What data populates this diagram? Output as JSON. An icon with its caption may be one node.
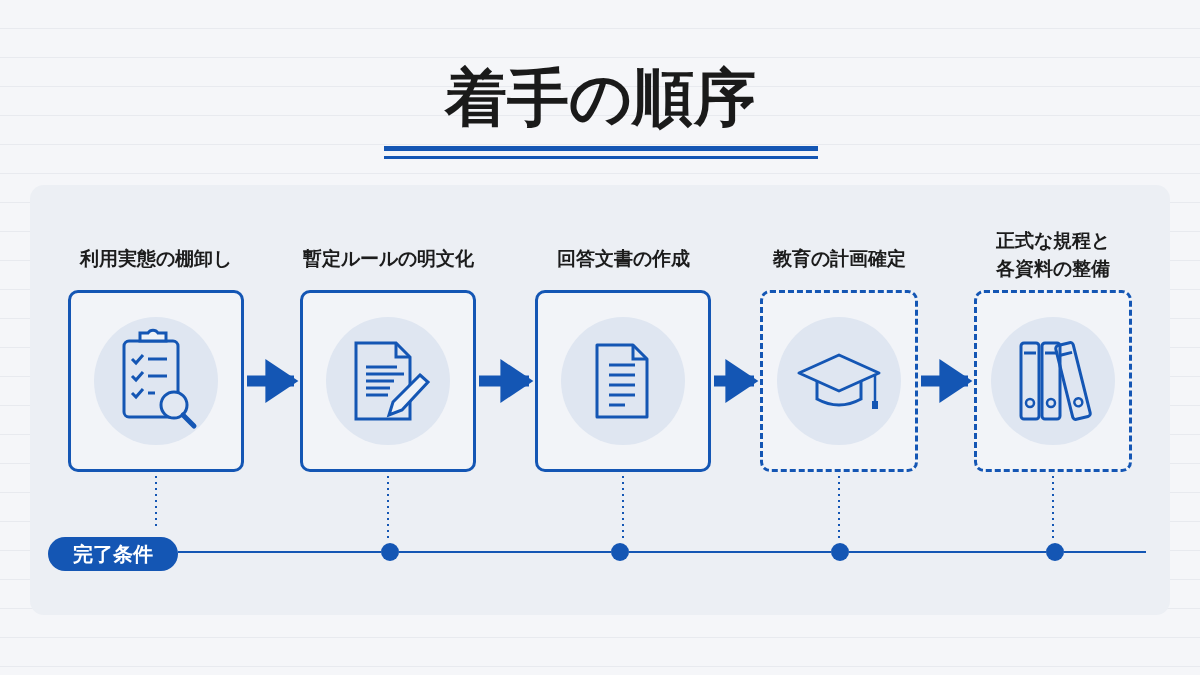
{
  "diagram": {
    "title": "着手の順序",
    "nodes": [
      {
        "text": [
          "利用実態の棚卸し"
        ]
      },
      {
        "text": [
          "暫定ルールの明文化"
        ]
      },
      {
        "text": [
          "回答文書の作成"
        ]
      },
      {
        "text": [
          "教育の計画確定"
        ]
      },
      {
        "text": [
          "正式な規程と各資料の整備"
        ]
      },
      {
        "text": [
          "完了条件"
        ]
      },
      {
        "text": [],
        "shape": "circle"
      },
      {
        "text": [],
        "shape": "circle"
      },
      {
        "text": [],
        "shape": "circle"
      },
      {
        "text": [],
        "shape": "circle"
      }
    ],
    "edges": [
      {
        "from": 0,
        "to": 1,
        "arrow": "to",
        "style": "thick"
      },
      {
        "from": 1,
        "to": 2,
        "arrow": "to",
        "style": "thick"
      },
      {
        "from": 2,
        "to": 3,
        "arrow": "to",
        "style": "thick"
      },
      {
        "from": 3,
        "to": 4,
        "arrow": "to",
        "style": "thick"
      },
      {
        "from": 0,
        "to": 5,
        "arrow": "none",
        "style": "dashed"
      },
      {
        "from": 1,
        "to": 6,
        "arrow": "none",
        "style": "dashed"
      },
      {
        "from": 2,
        "to": 7,
        "arrow": "none",
        "style": "dashed"
      },
      {
        "from": 3,
        "to": 8,
        "arrow": "none",
        "style": "dashed"
      },
      {
        "from": 4,
        "to": 9,
        "arrow": "none",
        "style": "dashed"
      },
      {
        "from": 5,
        "to": 6,
        "arrow": "none"
      },
      {
        "from": 6,
        "to": 7,
        "arrow": "none"
      },
      {
        "from": 7,
        "to": 8,
        "arrow": "none"
      },
      {
        "from": 8,
        "to": 9,
        "arrow": "none"
      },
      {
        "from": 9,
        "to": null,
        "arrow": "none"
      }
    ]
  }
}
